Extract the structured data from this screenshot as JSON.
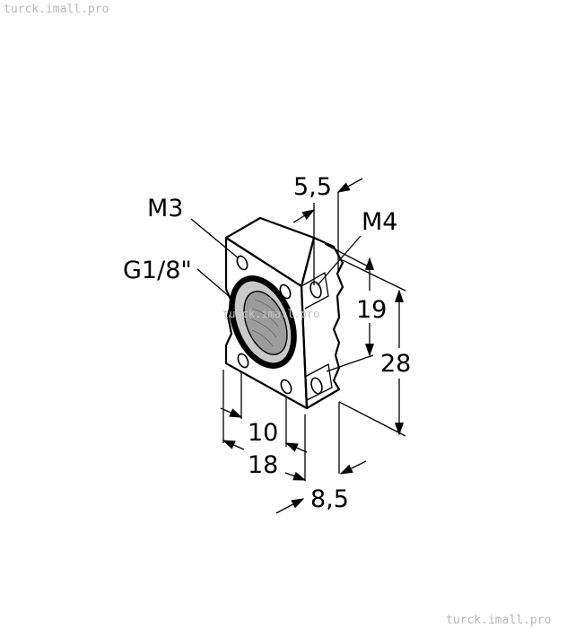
{
  "watermarks": {
    "top_left": "turck.imall.pro",
    "center": "turck.imall.pro",
    "bottom_right": "turck.imall.pro"
  },
  "labels": {
    "m3": "M3",
    "m4": "M4",
    "g18": "G1/8\"",
    "d55": "5,5",
    "d19": "19",
    "d28": "28",
    "d10": "10",
    "d18": "18",
    "d85": "8,5"
  },
  "colors": {
    "body_fill": "#c9c9c9",
    "top_fill": "#d9d9d9",
    "side_fill": "#b4b4b4",
    "line": "#000000"
  }
}
